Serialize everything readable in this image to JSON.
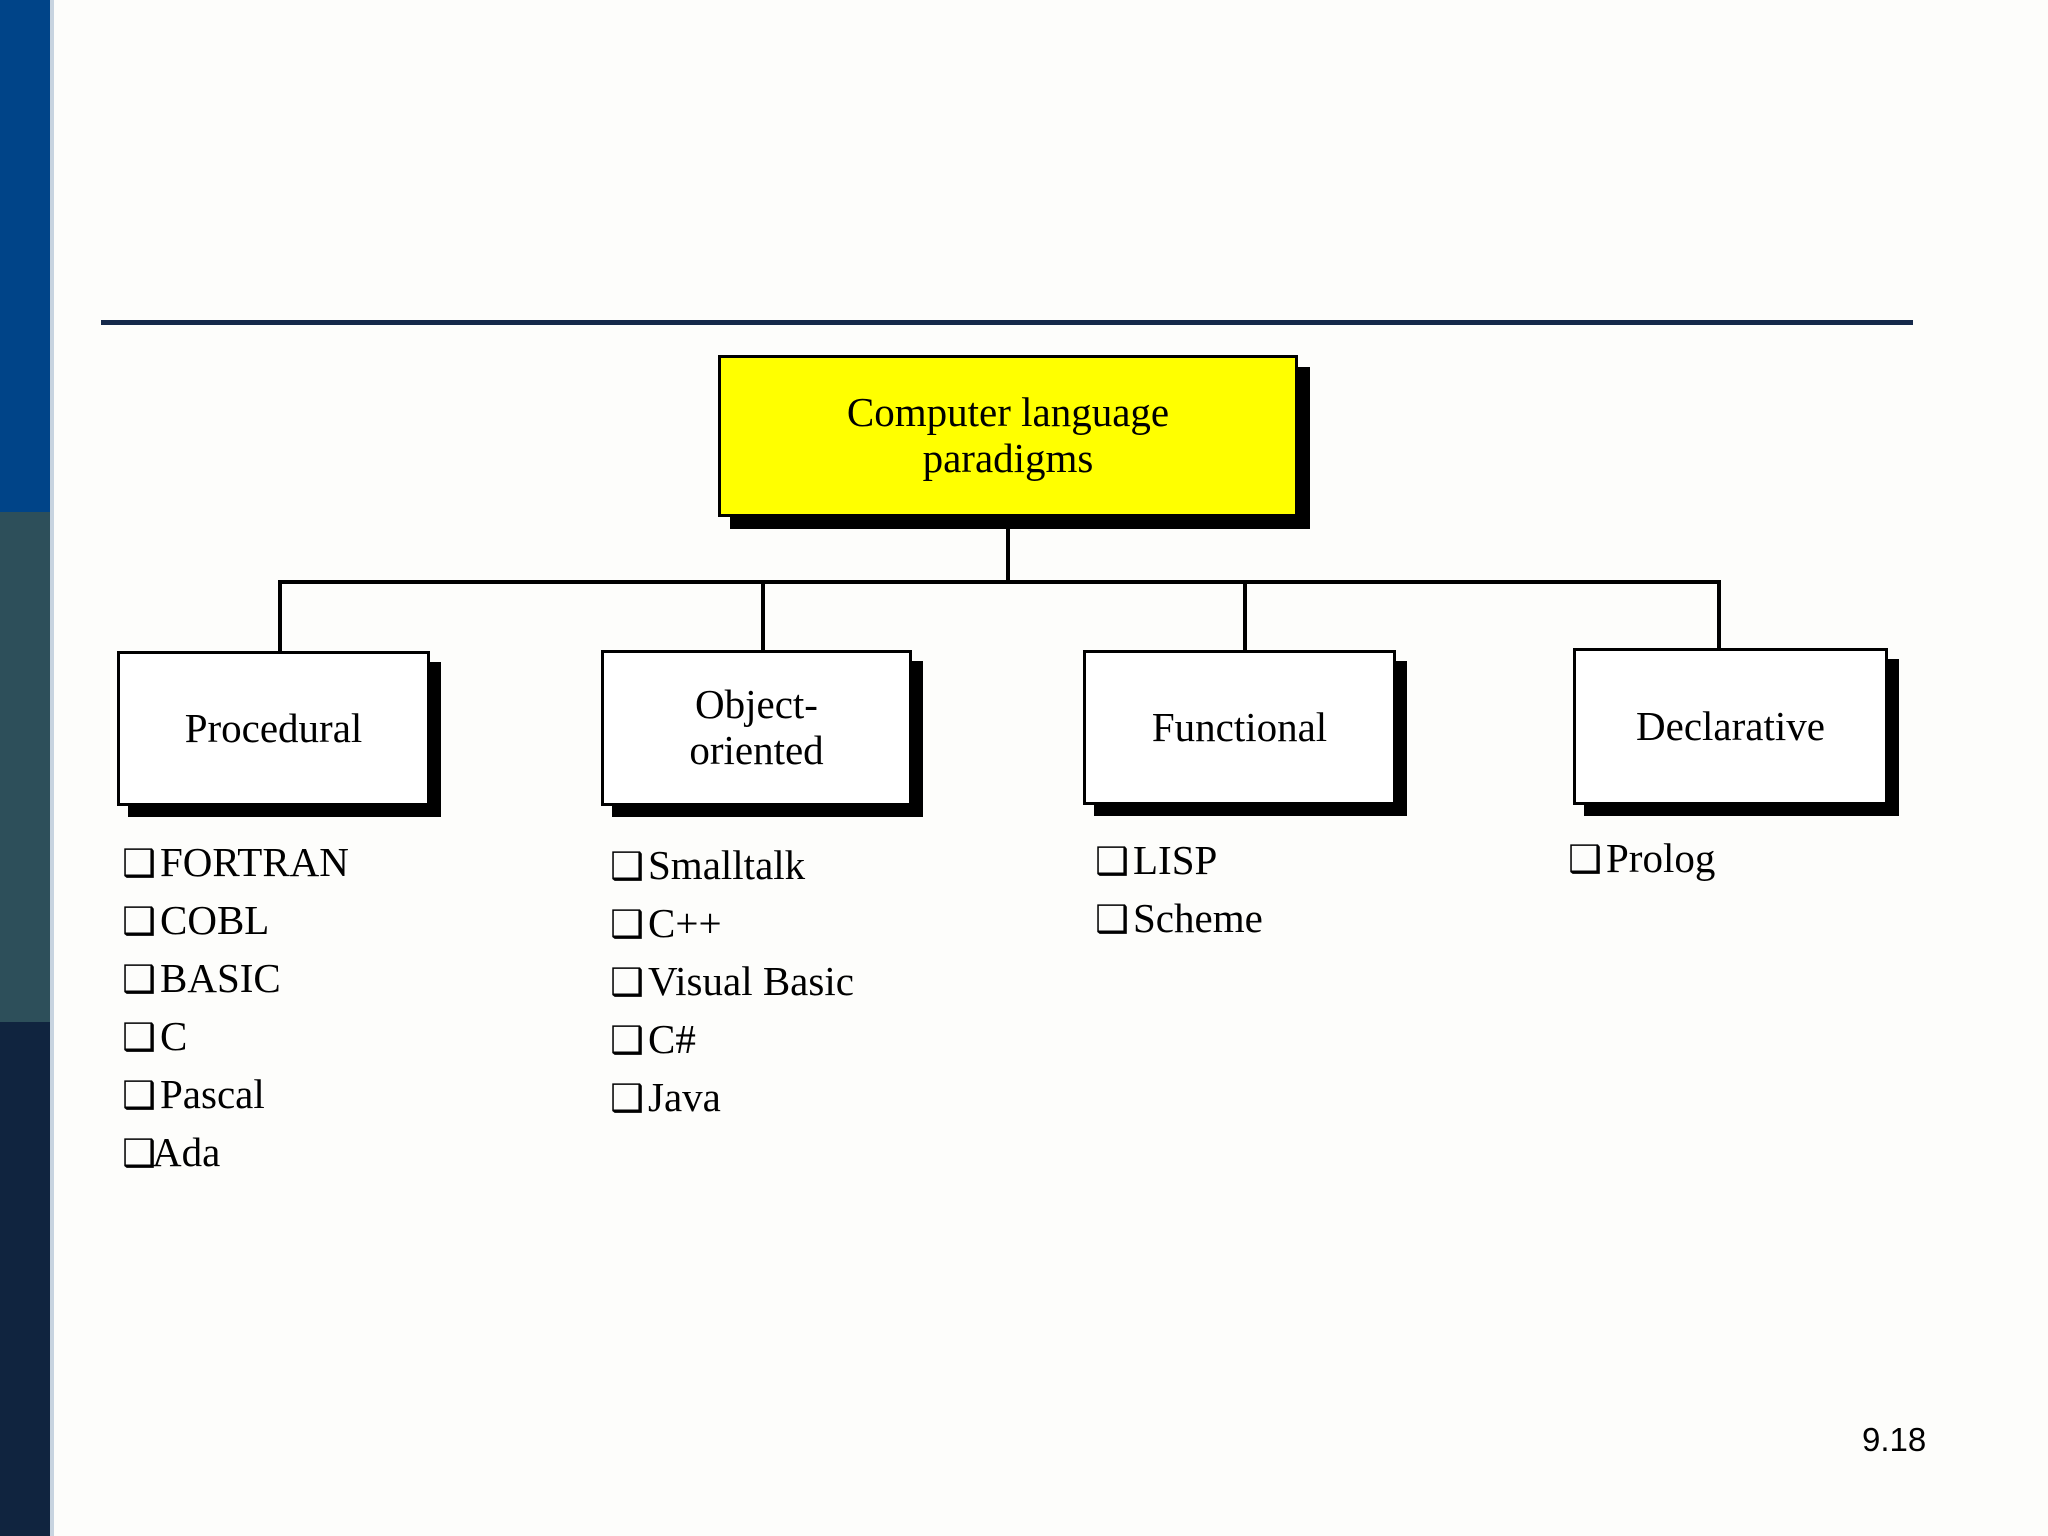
{
  "slide": {
    "page_number": "9.18",
    "colors": {
      "sidebar_top": "#004488",
      "sidebar_middle": "#2d4f5a",
      "sidebar_bottom": "#10243f",
      "rule": "#15294a",
      "root_box_fill": "#ffff00",
      "leaf_box_fill": "#ffffff",
      "outline": "#000000",
      "background": "#fdfdfb"
    }
  },
  "chart_data": {
    "type": "diagram",
    "title": "Computer language paradigms",
    "root": {
      "label_line1": "Computer language",
      "label_line2": "paradigms",
      "fill": "#ffff00"
    },
    "branches": [
      {
        "name": "procedural",
        "label_line1": "Procedural",
        "label_line2": "",
        "items": [
          "FORTRAN",
          "COBL",
          "BASIC",
          "C",
          "Pascal",
          "Ada"
        ]
      },
      {
        "name": "object-oriented",
        "label_line1": "Object-",
        "label_line2": "oriented",
        "items": [
          "Smalltalk",
          "C++",
          "Visual Basic",
          "C#",
          "Java"
        ]
      },
      {
        "name": "functional",
        "label_line1": "Functional",
        "label_line2": "",
        "items": [
          "LISP",
          "Scheme"
        ]
      },
      {
        "name": "declarative",
        "label_line1": "Declarative",
        "label_line2": "",
        "items": [
          "Prolog"
        ]
      }
    ],
    "bullet_glyph": "❑"
  }
}
